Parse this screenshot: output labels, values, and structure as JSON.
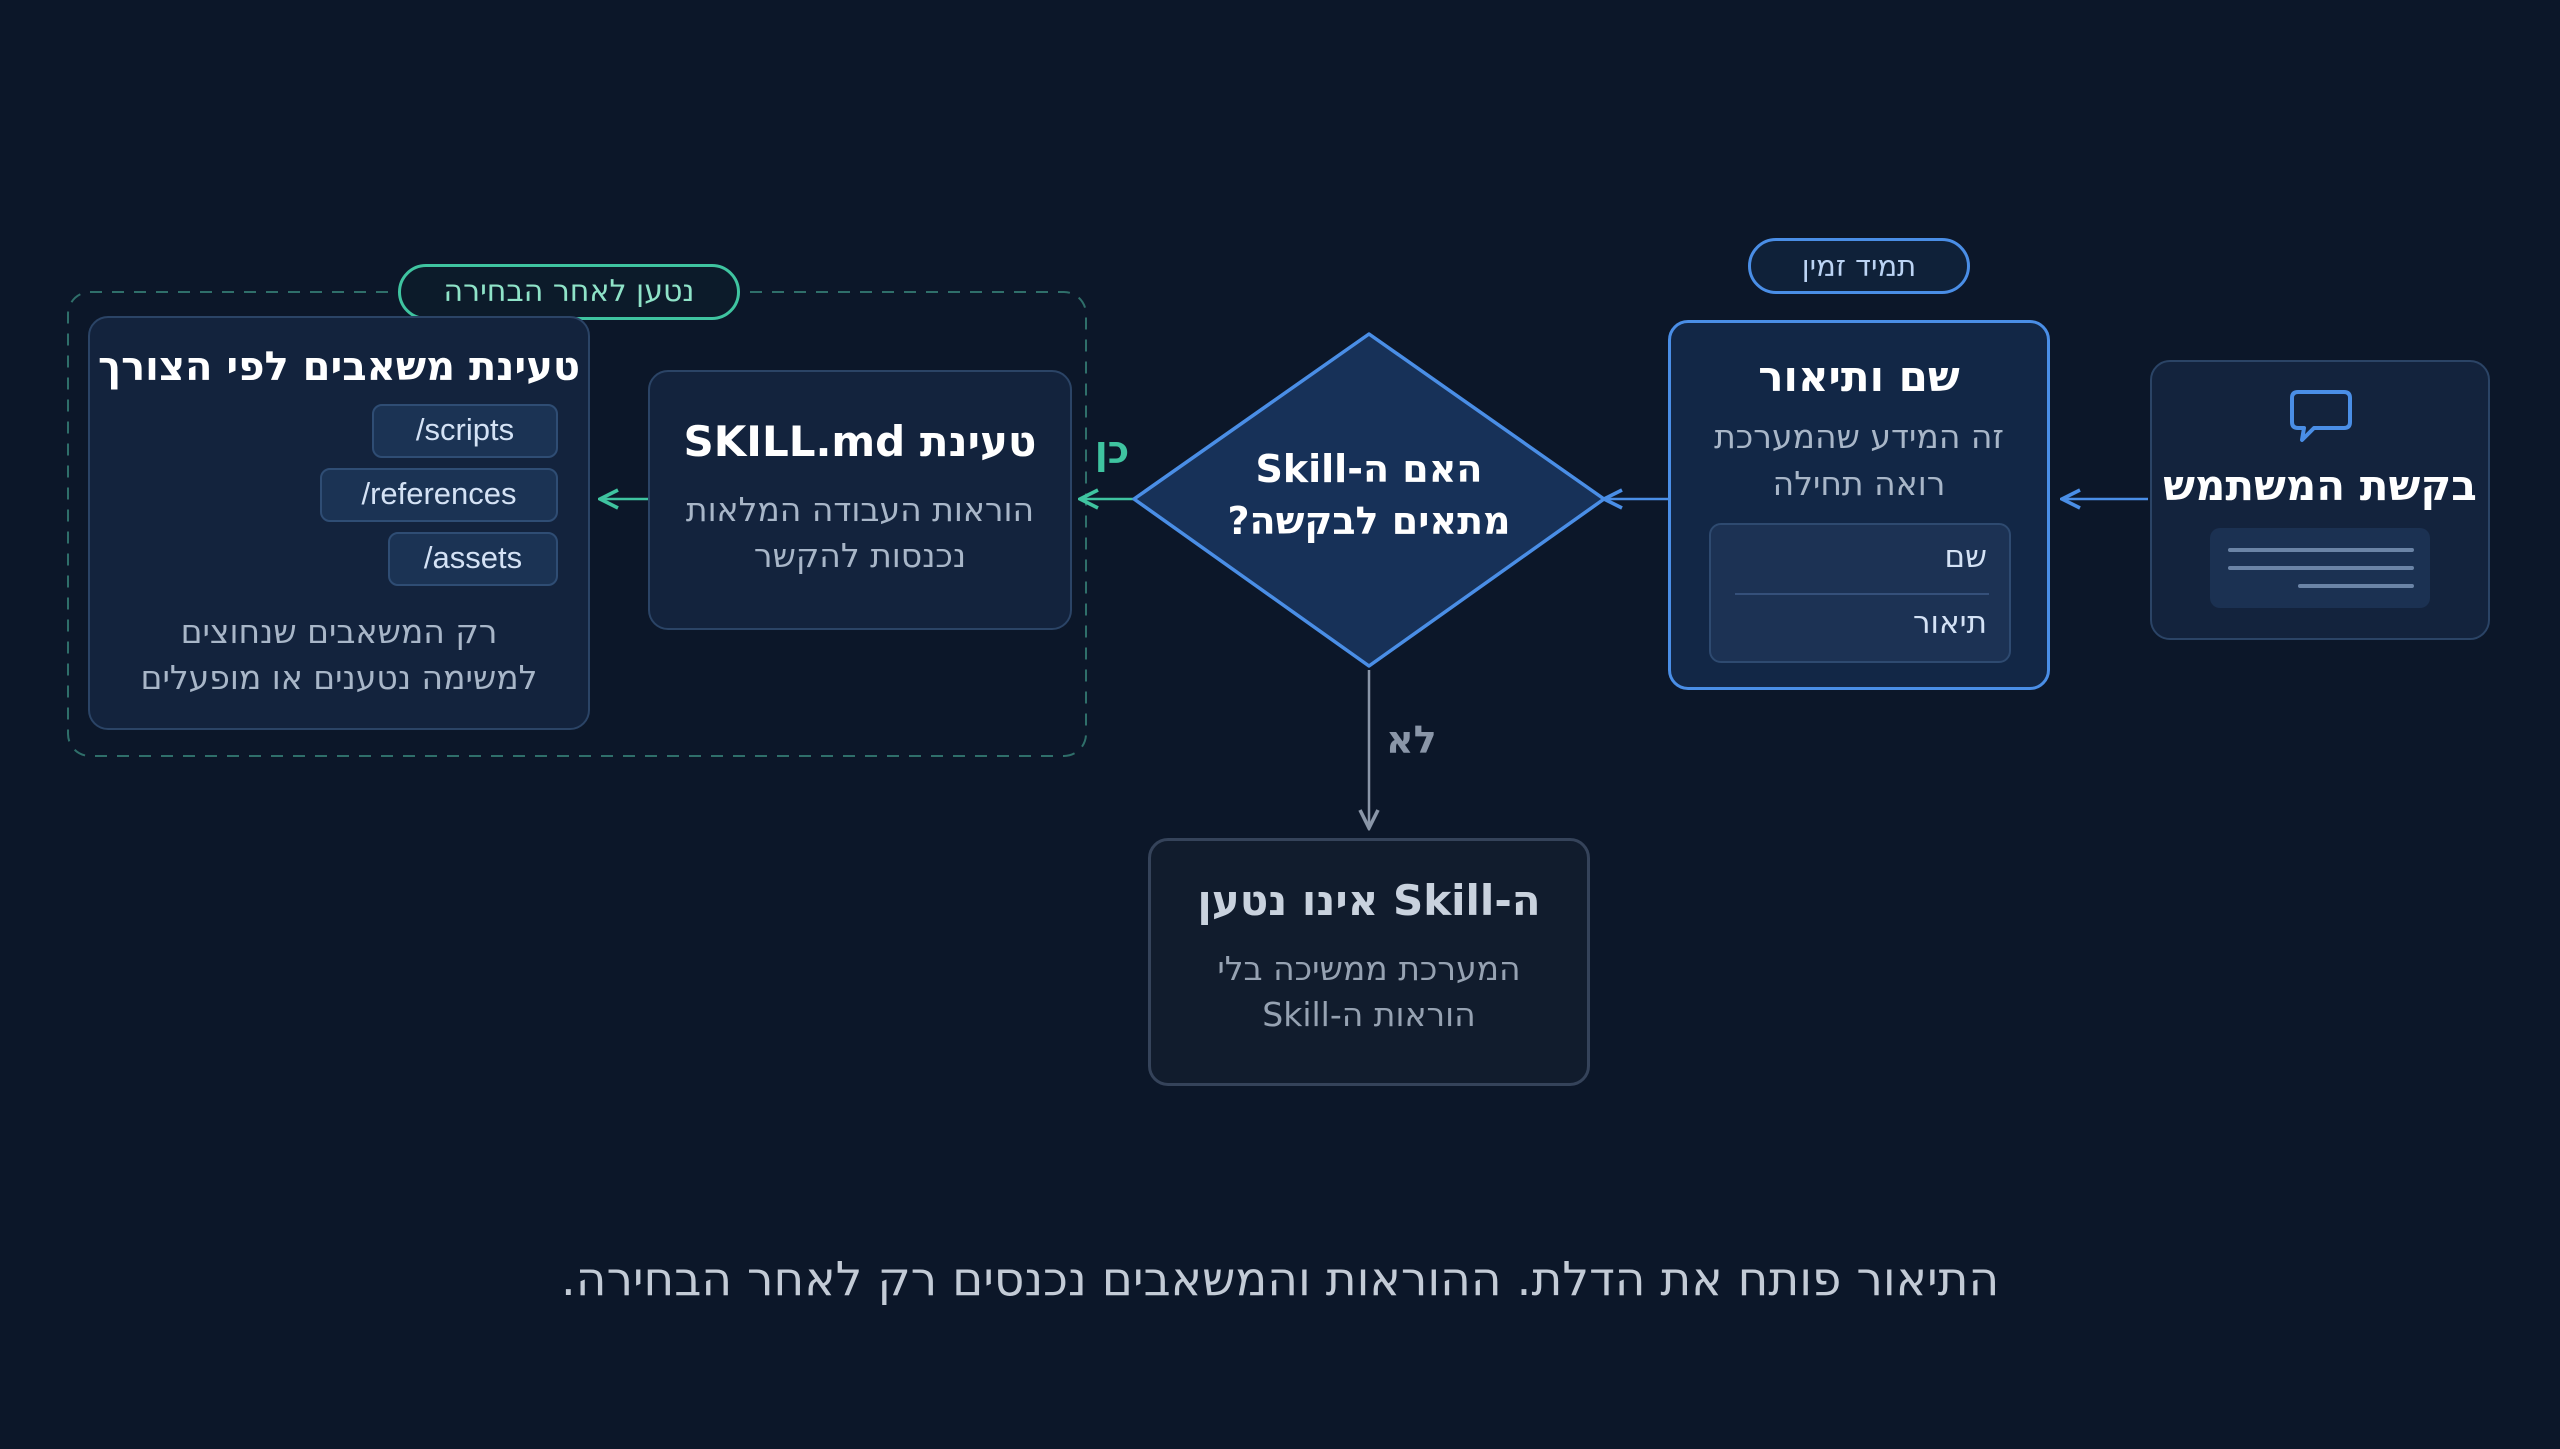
{
  "request": {
    "title": "בקשת המשתמש",
    "icon": "speech-bubble-icon"
  },
  "metadata": {
    "badge": "תמיד זמין",
    "title": "שם ותיאור",
    "desc_line1": "זה המידע שהמערכת",
    "desc_line2": "רואה תחילה",
    "field_name": "שם",
    "field_description": "תיאור"
  },
  "decision": {
    "line1": "האם ה-Skill",
    "line2": "מתאים לבקשה?",
    "yes_label": "כן",
    "no_label": "לא"
  },
  "skill_load": {
    "title": "טעינת SKILL.md",
    "desc_line1": "הוראות העבודה המלאות",
    "desc_line2": "נכנסות להקשר"
  },
  "selected_group": {
    "badge": "נטען לאחר הבחירה"
  },
  "resources": {
    "title": "טעינת משאבים לפי הצורך",
    "items": [
      "/scripts",
      "/references",
      "/assets"
    ],
    "desc_line1": "רק המשאבים שנחוצים",
    "desc_line2": "למשימה נטענים או מופעלים"
  },
  "not_loaded": {
    "title": "ה-Skill אינו נטען",
    "desc_line1": "המערכת ממשיכה בלי",
    "desc_line2": "הוראות ה-Skill"
  },
  "caption": "התיאור פותח את הדלת. ההוראות והמשאבים נכנסים רק לאחר הבחירה.",
  "colors": {
    "background": "#0c1729",
    "accent_blue": "#4a8ee6",
    "accent_green": "#3fc4a0",
    "muted": "#8a96a8"
  }
}
